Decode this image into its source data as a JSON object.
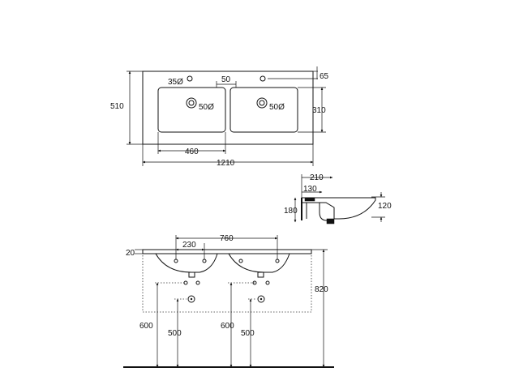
{
  "top_view": {
    "overall_width": "1210",
    "overall_depth": "510",
    "basin_width": "460",
    "basin_depth": "310",
    "tap_hole": "35Ø",
    "tap_offset": "50",
    "back_offset": "65",
    "drain_left": "50Ø",
    "drain_right": "50Ø"
  },
  "side_view": {
    "depth": "210",
    "inner_depth": "130",
    "total_height": "180",
    "bowl_height": "120"
  },
  "front_view": {
    "tap_spacing": "760",
    "drain_spacing": "230",
    "slab_thickness": "20",
    "top_height": "820",
    "supply_height_left": "600",
    "waste_height_left": "500",
    "supply_height_right": "600",
    "waste_height_right": "500"
  }
}
